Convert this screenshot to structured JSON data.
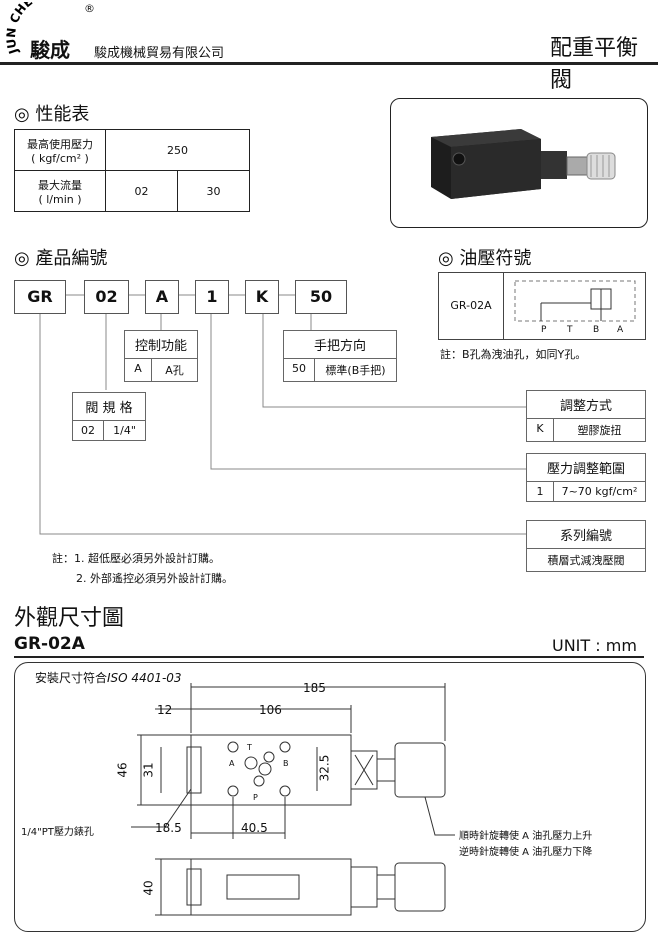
{
  "header": {
    "logo_en": "JUN CHENG",
    "logo_reg": "®",
    "logo_cn": "駿成",
    "company": "駿成機械貿易有限公司",
    "product": "配重平衡閥"
  },
  "performance": {
    "title": "◎ 性能表",
    "pressure_label": "最高使用壓力",
    "pressure_unit": "( kgf/cm² )",
    "pressure_value": "250",
    "flow_label": "最大流量",
    "flow_unit": "( l/min )",
    "flow_size": "02",
    "flow_value": "30"
  },
  "model_code": {
    "title": "◎ 產品編號",
    "parts": [
      "GR",
      "02",
      "A",
      "1",
      "K",
      "50"
    ],
    "control": {
      "title": "控制功能",
      "code": "A",
      "desc": "A孔"
    },
    "handle": {
      "title": "手把方向",
      "code": "50",
      "desc": "標準(B手把)"
    },
    "valve_size": {
      "title": "閥 規 格",
      "code": "02",
      "desc": "1/4\""
    },
    "adjust": {
      "title": "調整方式",
      "code": "K",
      "desc": "塑膠旋扭"
    },
    "pressure_range": {
      "title": "壓力調整範圍",
      "code": "1",
      "desc": "7~70 kgf/cm²"
    },
    "series": {
      "title": "系列編號",
      "desc": "積層式減洩壓閥"
    }
  },
  "symbol": {
    "title": "◎ 油壓符號",
    "model": "GR-02A",
    "ports": [
      "P",
      "T",
      "B",
      "A"
    ],
    "note": "註：B孔為洩油孔，如同Y孔。"
  },
  "notes": {
    "line1": "註：1. 超低壓必須另外設計訂購。",
    "line2": "2. 外部遙控必須另外設計訂購。"
  },
  "dimensions": {
    "title": "外觀尺寸圖",
    "model": "GR-02A",
    "unit": "UNIT : mm",
    "standard": "安裝尺寸符合",
    "iso": "ISO 4401-03",
    "d185": "185",
    "d12": "12",
    "d106": "106",
    "d46": "46",
    "d31": "31",
    "d32_5": "32.5",
    "d18_5": "18.5",
    "d40_5": "40.5",
    "d40": "40",
    "port_label": "1/4\"PT壓力錶孔",
    "port_A": "A",
    "port_B": "B",
    "port_T": "T",
    "port_P": "P",
    "cw": "順時針旋轉使 A 油孔壓力上升",
    "ccw": "逆時針旋轉使 A 油孔壓力下降"
  }
}
